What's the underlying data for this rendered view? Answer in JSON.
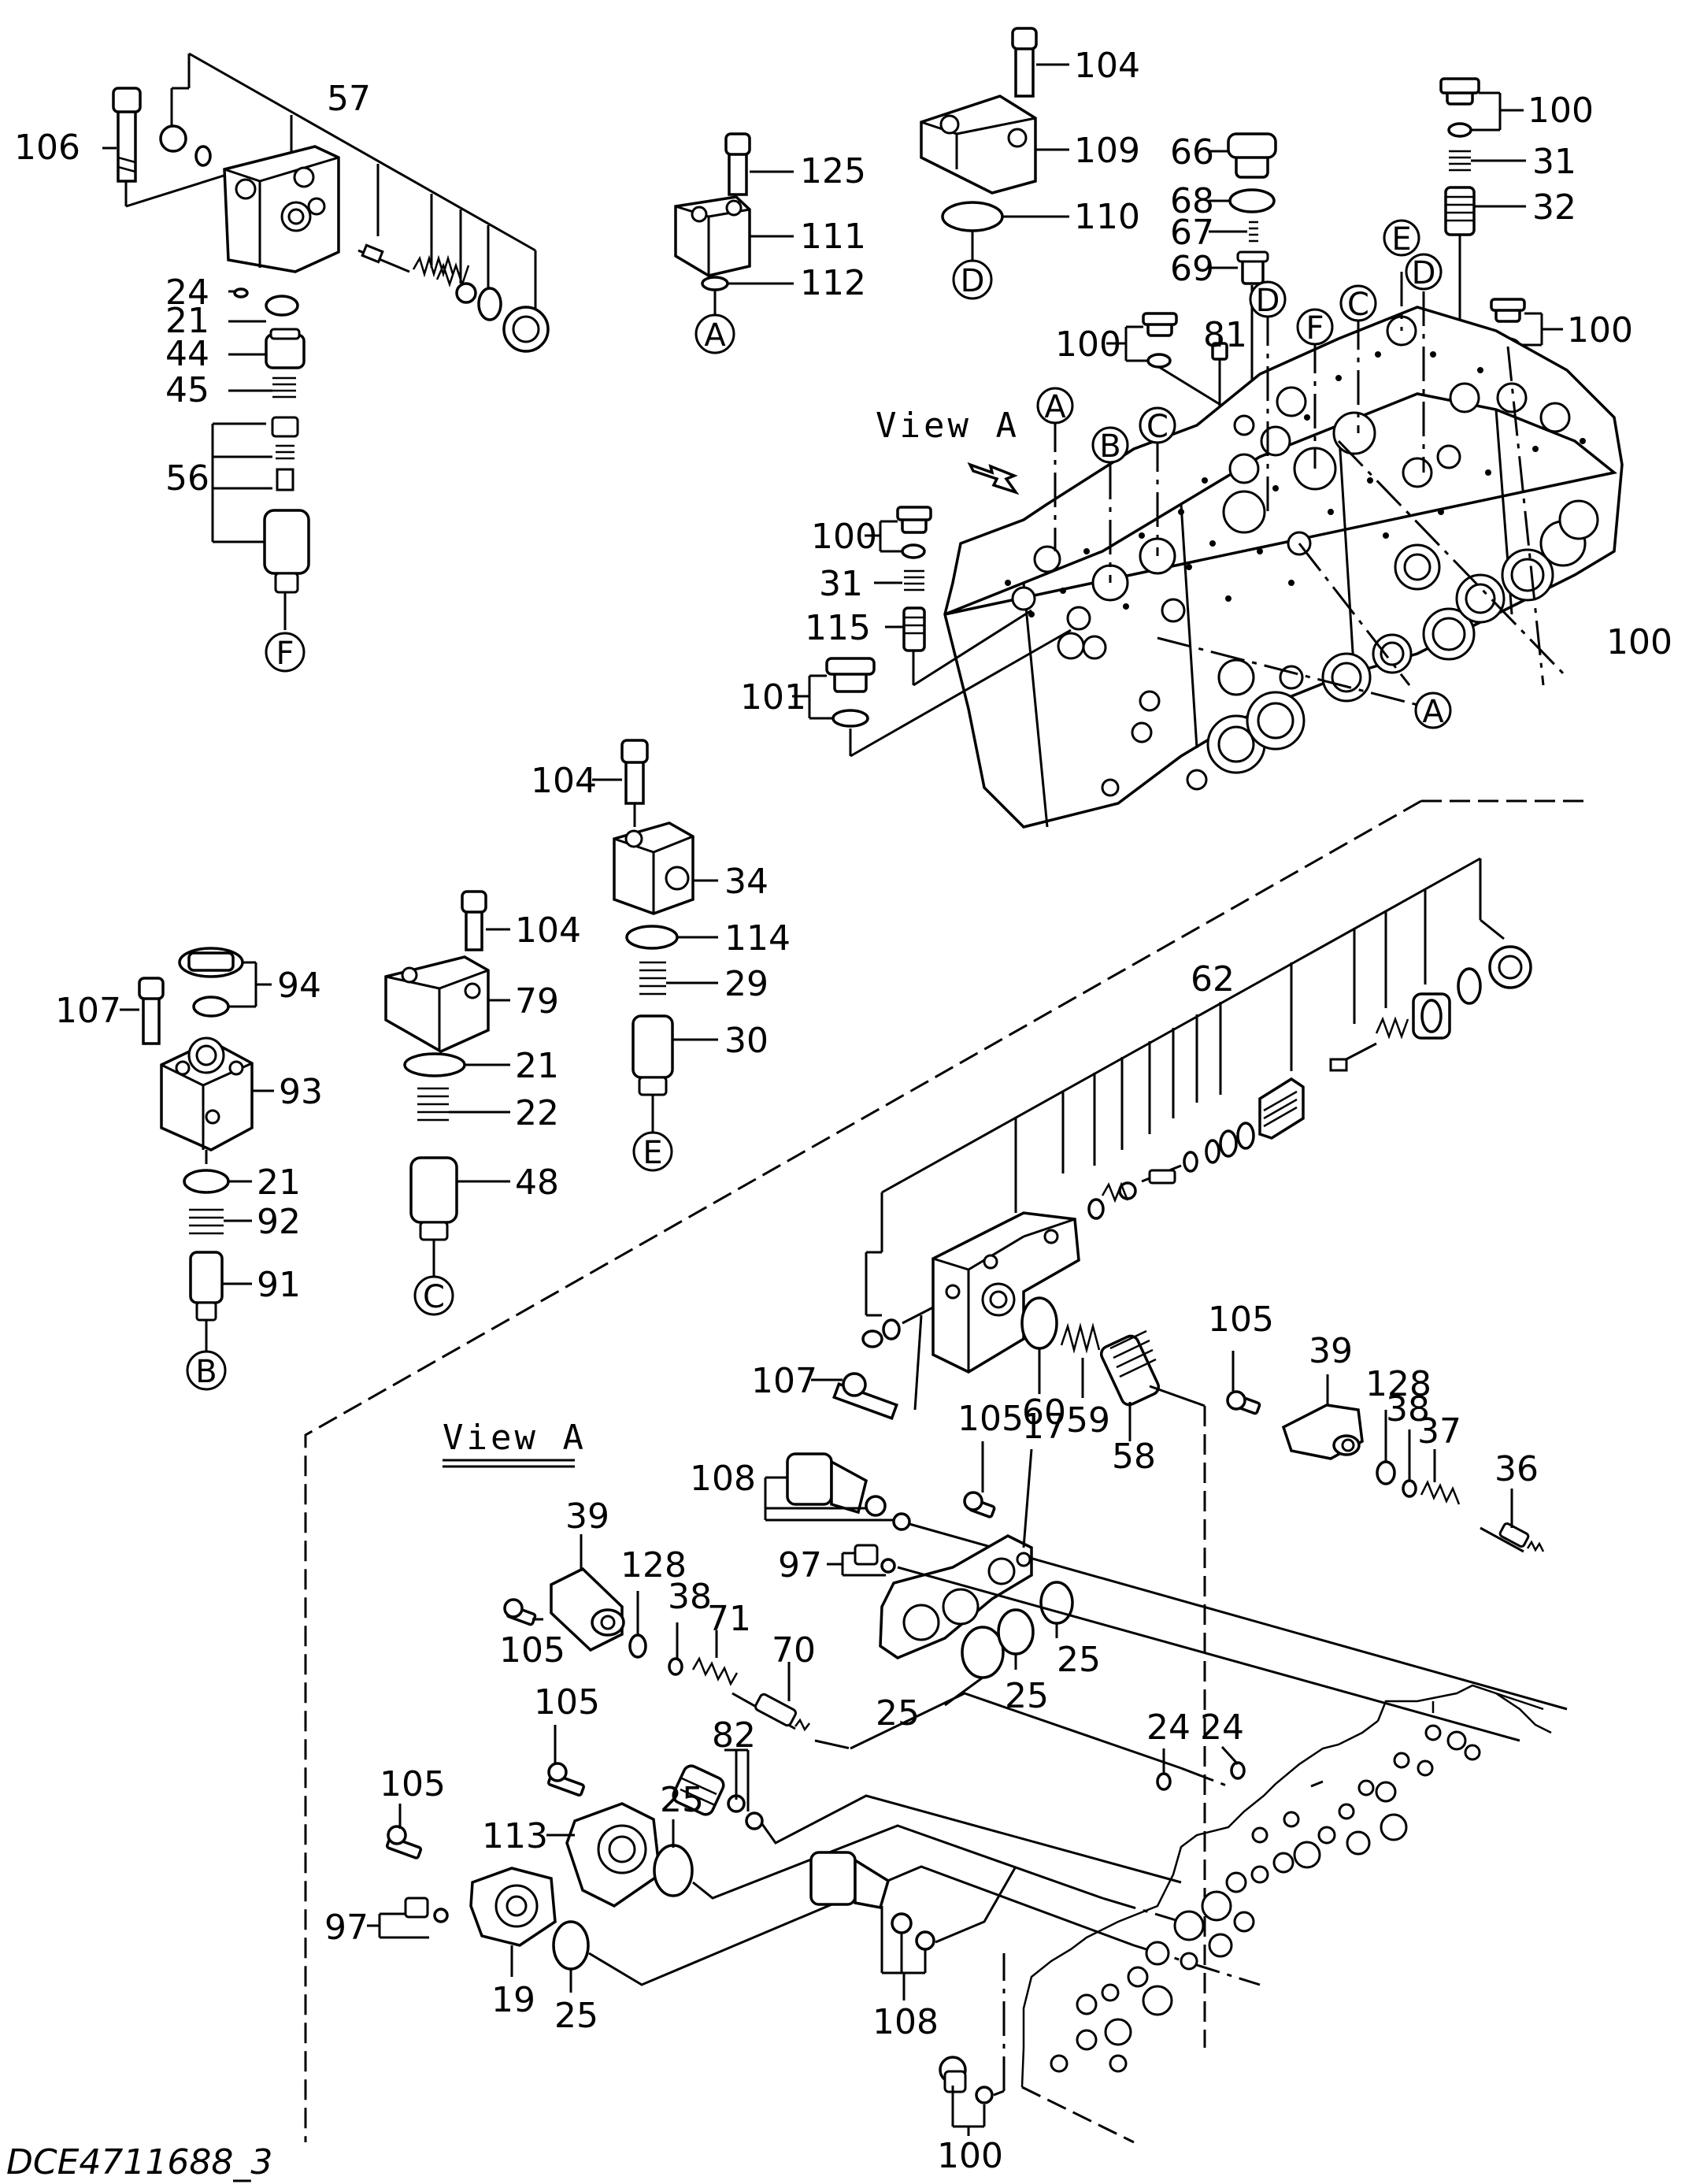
{
  "diagram": {
    "code": "DCE4711688_3",
    "view_title_top": "View A",
    "view_title_section": "View A"
  },
  "part_labels": {
    "p57": "57",
    "p106": "106",
    "p24a": "24",
    "p21a": "21",
    "p44": "44",
    "p45": "45",
    "p56": "56",
    "p125": "125",
    "p111": "111",
    "p112": "112",
    "p104a": "104",
    "p109": "109",
    "p110": "110",
    "p66": "66",
    "p68": "68",
    "p67": "67",
    "p69": "69",
    "p81": "81",
    "p100a": "100",
    "p31a": "31",
    "p32": "32",
    "p100b": "100",
    "p100c": "100",
    "p100d": "100",
    "p31b": "31",
    "p115": "115",
    "p101": "101",
    "p100e": "100",
    "p104b": "104",
    "p34": "34",
    "p114": "114",
    "p29": "29",
    "p30": "30",
    "p104c": "104",
    "p79": "79",
    "p21b": "21",
    "p22": "22",
    "p48": "48",
    "p107a": "107",
    "p94": "94",
    "p93": "93",
    "p21c": "21",
    "p92": "92",
    "p91": "91",
    "p62": "62",
    "p107b": "107",
    "p60": "60",
    "p59": "59",
    "p58": "58",
    "p105a": "105",
    "p39a": "39",
    "p128a": "128",
    "p38a": "38",
    "p37": "37",
    "p36": "36",
    "p108a": "108",
    "p105b": "105",
    "p17": "17",
    "p97a": "97",
    "p39b": "39",
    "p128b": "128",
    "p38b": "38",
    "p71": "71",
    "p70": "70",
    "p105c": "105",
    "p25a": "25",
    "p25b": "25",
    "p25c": "25",
    "p24b": "24",
    "p24c": "24",
    "p82": "82",
    "p105d": "105",
    "p113": "113",
    "p25d": "25",
    "p97b": "97",
    "p19": "19",
    "p25e": "25",
    "p108b": "108",
    "p100f": "100"
  },
  "callouts": {
    "F1": "F",
    "A1": "A",
    "D1": "D",
    "B1": "B",
    "C1": "C",
    "E1": "E",
    "tA1": "A",
    "tB": "B",
    "tC1": "C",
    "tD1": "D",
    "tF": "F",
    "tC2": "C",
    "tE": "E",
    "tD2": "D",
    "tA2": "A"
  }
}
